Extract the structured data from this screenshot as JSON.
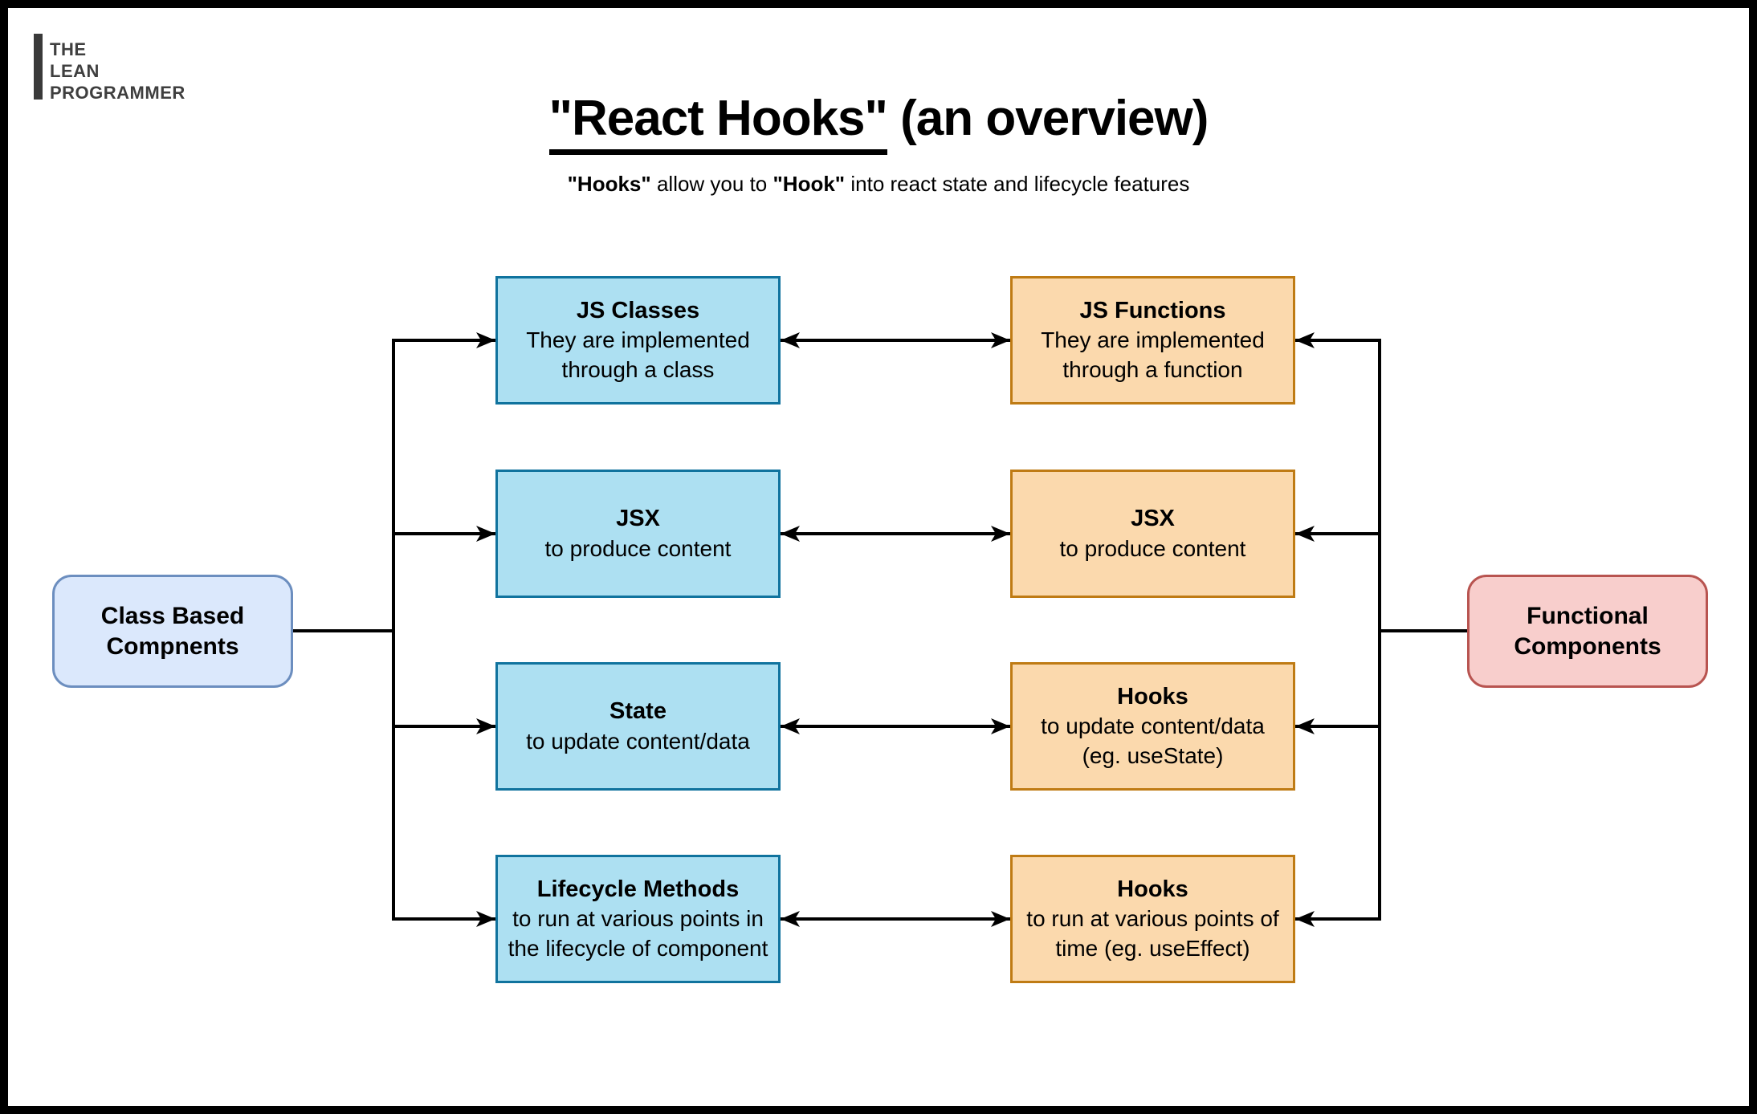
{
  "logo": {
    "line1": "THE",
    "line2": "LEAN",
    "line3": "PROGRAMMER"
  },
  "header": {
    "title_quoted": "\"React Hooks\"",
    "title_rest": " (an overview)",
    "subtitle_parts": [
      "\"Hooks\"",
      " allow you to ",
      "\"Hook\"",
      " into react state and lifecycle features"
    ]
  },
  "left_node": {
    "label": "Class Based\nCompnents"
  },
  "right_node": {
    "label": "Functional\nComponents"
  },
  "rows": [
    {
      "left": {
        "title": "JS Classes",
        "desc": "They are implemented\nthrough a class"
      },
      "right": {
        "title": "JS Functions",
        "desc": "They are implemented\nthrough a function"
      }
    },
    {
      "left": {
        "title": "JSX",
        "desc": "to produce content"
      },
      "right": {
        "title": "JSX",
        "desc": "to produce content"
      }
    },
    {
      "left": {
        "title": "State",
        "desc": "to update content/data"
      },
      "right": {
        "title": "Hooks",
        "desc": "to update content/data\n(eg. useState)"
      }
    },
    {
      "left": {
        "title": "Lifecycle Methods",
        "desc": "to run at various points in\nthe lifecycle of component"
      },
      "right": {
        "title": "Hooks",
        "desc": "to run at various points of\ntime (eg. useEffect)"
      }
    }
  ],
  "colors": {
    "class_column_fill": "#ade0f2",
    "class_column_border": "#10739e",
    "function_column_fill": "#fbd9ad",
    "function_column_border": "#bf7b14",
    "class_node_fill": "#dbe8fc",
    "class_node_border": "#6c8ebf",
    "functional_node_fill": "#f8cecc",
    "functional_node_border": "#b85450",
    "connector": "#000000"
  }
}
